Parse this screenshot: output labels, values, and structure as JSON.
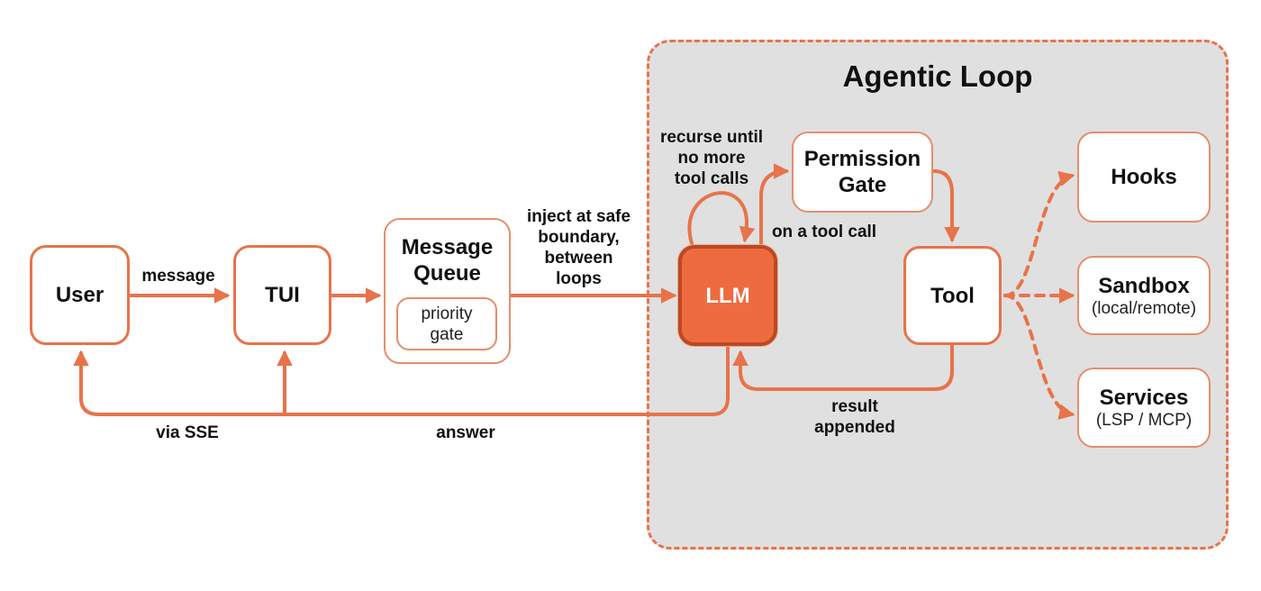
{
  "region": {
    "title": "Agentic Loop"
  },
  "nodes": {
    "user": "User",
    "tui": "TUI",
    "queue": {
      "title": "Message\nQueue",
      "inner": "priority\ngate"
    },
    "llm": "LLM",
    "permission": "Permission\nGate",
    "tool": "Tool",
    "hooks": "Hooks",
    "sandbox": {
      "title": "Sandbox",
      "sub": "(local/remote)"
    },
    "services": {
      "title": "Services",
      "sub": "(LSP / MCP)"
    }
  },
  "edges": {
    "message": "message",
    "inject": "inject at safe\nboundary,\nbetween\nloops",
    "recurse": "recurse until\nno more\ntool calls",
    "tool_call": "on a tool call",
    "result": "result\nappended",
    "answer": "answer",
    "via_sse": "via SSE"
  },
  "colors": {
    "accent": "#e8734a",
    "llm_fill": "#ee6b3f",
    "llm_border": "#b94a26",
    "region_fill": "#e0e0e0"
  }
}
